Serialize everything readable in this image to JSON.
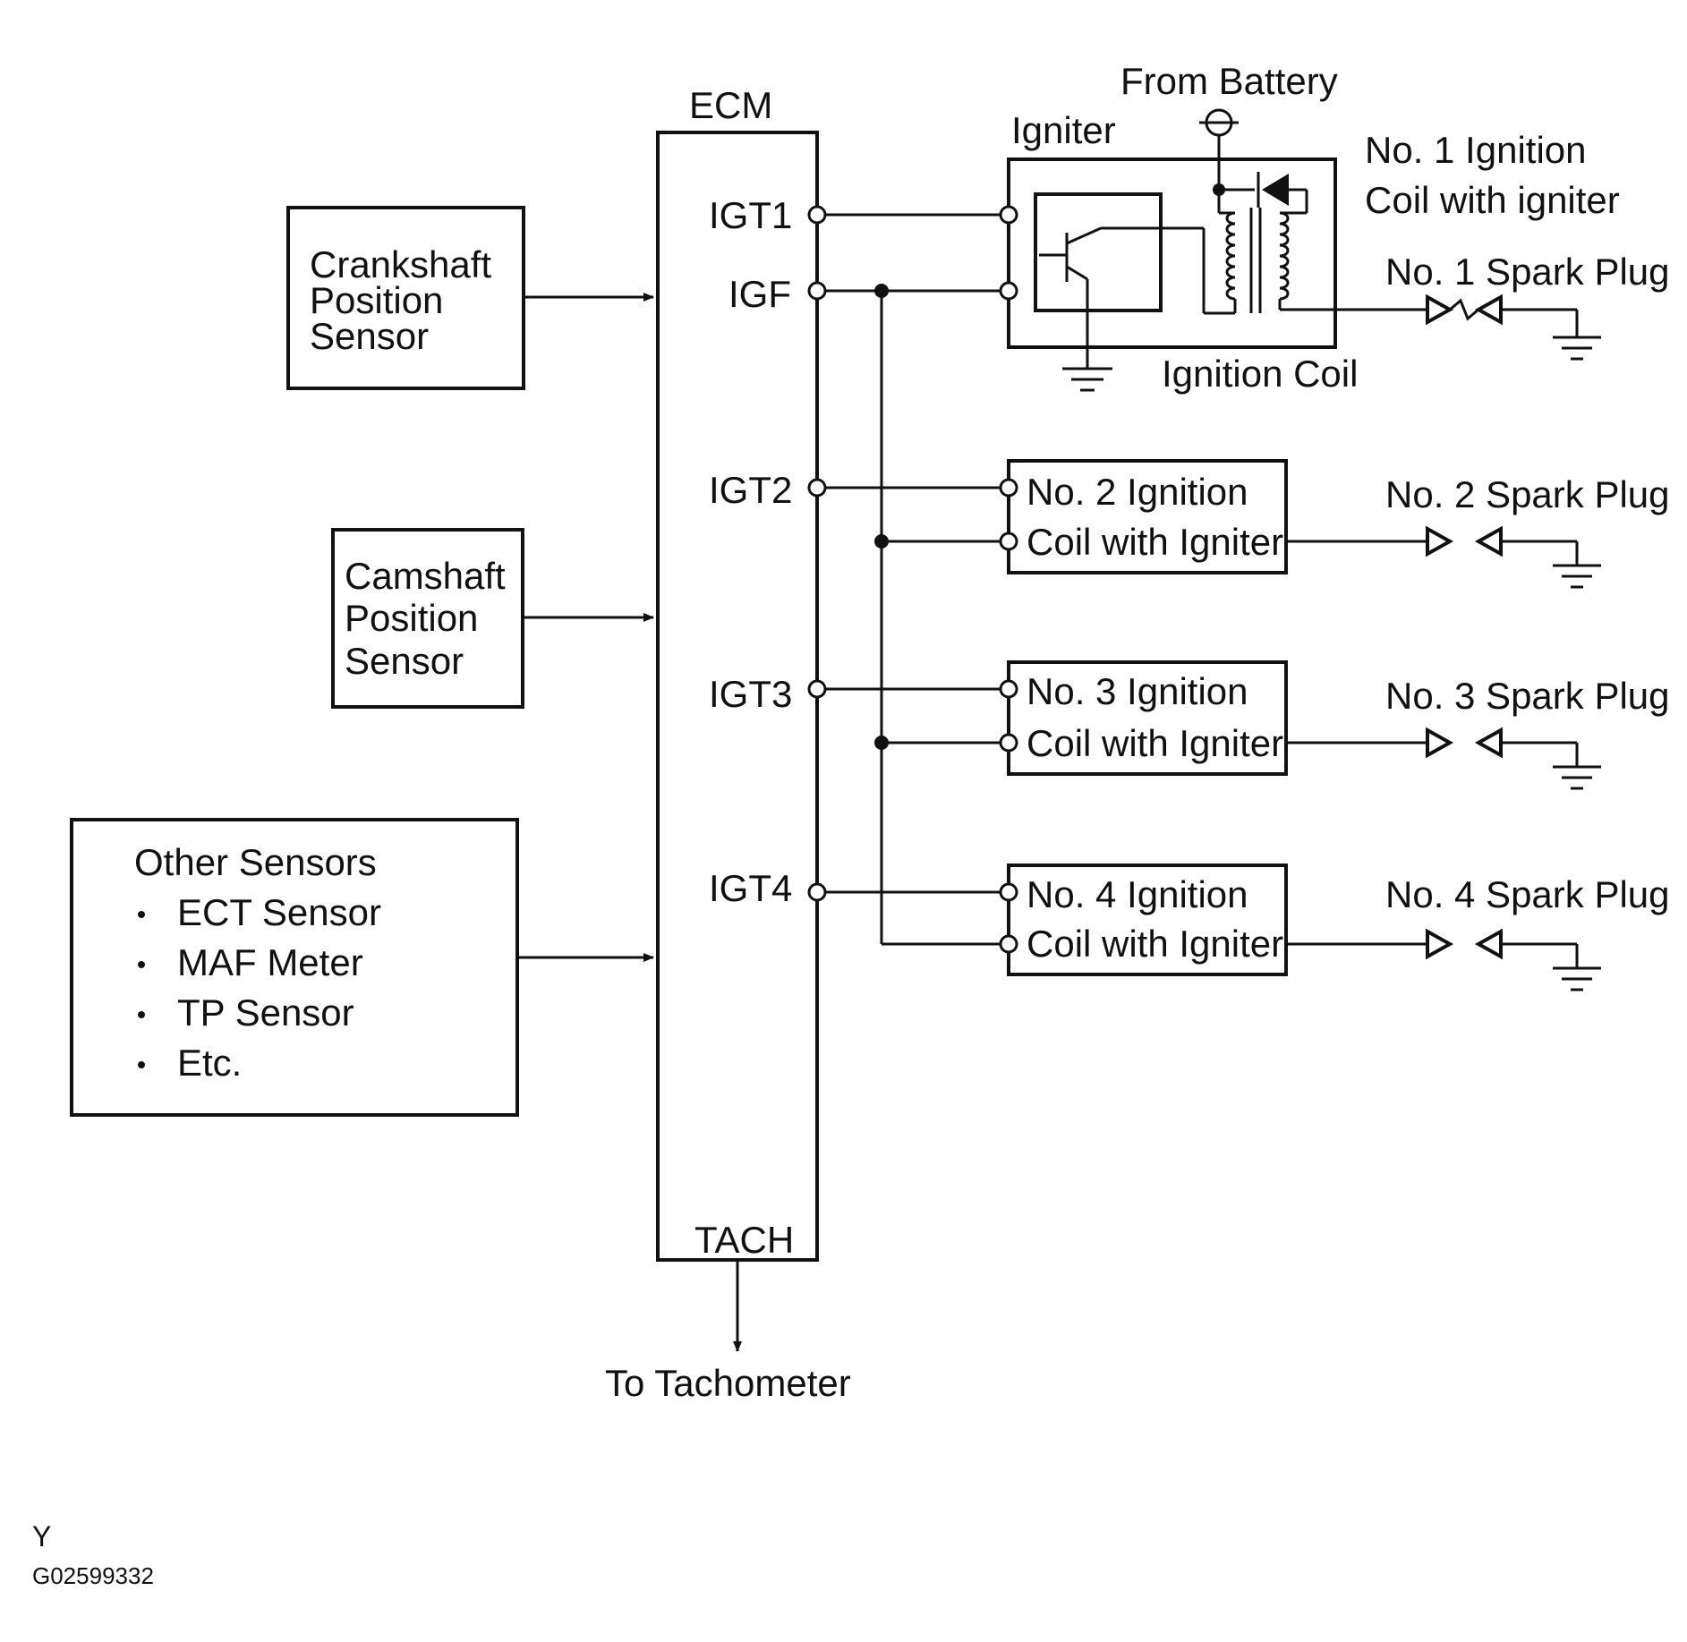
{
  "ecm": {
    "title": "ECM",
    "igt1": "IGT1",
    "igf": "IGF",
    "igt2": "IGT2",
    "igt3": "IGT3",
    "igt4": "IGT4",
    "tach": "TACH"
  },
  "sensors": {
    "crankshaft": [
      "Crankshaft",
      "Position",
      "Sensor"
    ],
    "camshaft": [
      "Camshaft",
      "Position",
      "Sensor"
    ],
    "other": {
      "title": "Other Sensors",
      "items": [
        "ECT Sensor",
        "MAF Meter",
        "TP Sensor",
        "Etc."
      ]
    }
  },
  "coil1": {
    "from_battery": "From Battery",
    "igniter": "Igniter",
    "ignition_coil": "Ignition Coil",
    "title": [
      "No. 1 Ignition",
      "Coil with igniter"
    ]
  },
  "coils": [
    {
      "line1": "No. 2 Ignition",
      "line2": "Coil with Igniter"
    },
    {
      "line1": "No. 3 Ignition",
      "line2": "Coil with Igniter"
    },
    {
      "line1": "No. 4 Ignition",
      "line2": "Coil with Igniter"
    }
  ],
  "spark_plugs": [
    "No. 1 Spark Plug",
    "No. 2 Spark Plug",
    "No. 3 Spark Plug",
    "No. 4 Spark Plug"
  ],
  "tachometer": "To Tachometer",
  "footer": {
    "code_letter": "Y",
    "figure_id": "G02599332"
  }
}
